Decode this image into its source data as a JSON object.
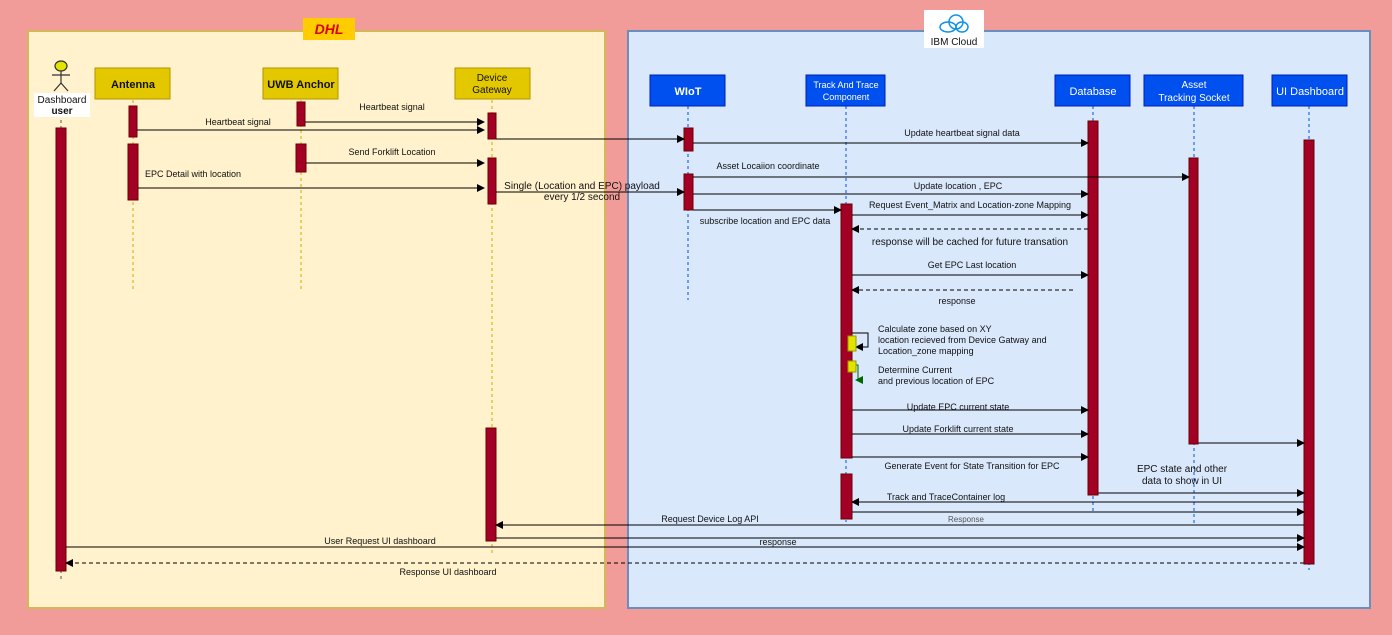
{
  "logos": {
    "dhl": "DHL",
    "ibm_cloud": "IBM Cloud"
  },
  "participants": {
    "dashboard_user": [
      "Dashboard",
      "user"
    ],
    "antenna": [
      "Antenna"
    ],
    "uwb_anchor": [
      "UWB Anchor"
    ],
    "device_gateway": [
      "Device",
      "Gateway"
    ],
    "wiot": [
      "WIoT"
    ],
    "track_trace": [
      "Track And Trace",
      "Component"
    ],
    "database": [
      "Database"
    ],
    "asset_socket": [
      "Asset",
      "Tracking Socket"
    ],
    "ui_dashboard": [
      "UI Dashboard"
    ]
  },
  "messages": {
    "heartbeat_uwb": "Heartbeat signal",
    "heartbeat_antenna": "Heartbeat signal",
    "send_forklift": "Send Forklift Location",
    "epc_detail": "EPC Detail with location",
    "single_payload": [
      "Single (Location and EPC) payload",
      "every 1/2 second"
    ],
    "update_heartbeat": "Update heartbeat signal data",
    "asset_location": "Asset Locaiion coordinate",
    "update_location": "Update location , EPC",
    "request_event_matrix": "Request Event_Matrix and Location-zone Mapping",
    "subscribe": "subscribe location and EPC data",
    "response_cached": "response will be cached for future transation",
    "get_epc_last": "Get EPC Last location",
    "response": "response",
    "calc_zone": [
      "Calculate zone based on XY",
      "location recieved from Device Gatway and",
      "Location_zone mapping"
    ],
    "determine": [
      "Determine Current",
      "and previous location of EPC"
    ],
    "update_epc_state": "Update EPC current state",
    "update_forklift_state": "Update Forklift current state",
    "generate_event": "Generate Event for State Transition for EPC",
    "epc_state_ui": [
      "EPC state and other",
      "data to show in UI"
    ],
    "track_trace_log": "Track and TraceContainer log",
    "response_small": "Response",
    "request_device_log": "Request Device Log API",
    "user_request_ui": "User Request UI dashboard",
    "response2": "response",
    "response_ui": "Response UI dashboard"
  },
  "colors": {
    "background": "#f19c98",
    "dhl_zone": "#fff2cc",
    "dhl_border": "#d6b656",
    "ibm_zone": "#dae8fc",
    "ibm_border": "#6c8ebf",
    "dhl_box": "#e3c800",
    "ibm_box": "#0050ef",
    "activation": "#a20025",
    "self_call": "#e3e300"
  }
}
